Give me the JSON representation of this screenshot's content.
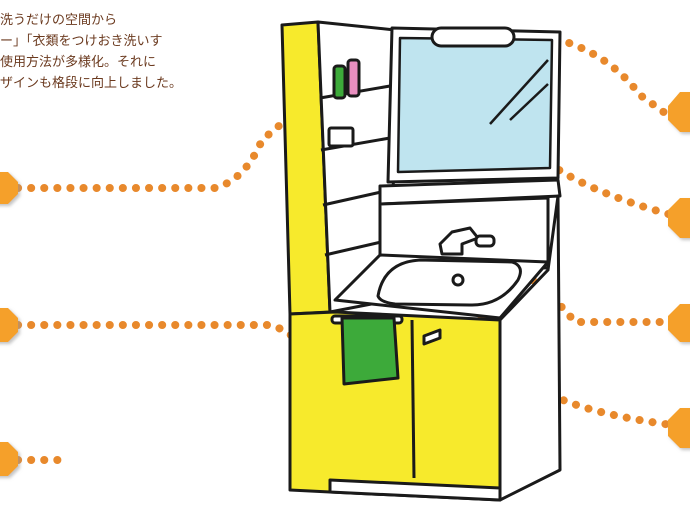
{
  "intro": {
    "lines": [
      "洗うだけの空間から",
      "ー」「衣類をつけおき洗いす",
      "使用方法が多様化。それに",
      "ザインも格段に向上しました。"
    ]
  },
  "colors": {
    "cabinet_yellow": "#f7ea2c",
    "mirror_blue": "#bfe4ef",
    "towel_green": "#3daa3a",
    "dot_orange": "#e8892c",
    "tag_orange": "#f5a02a",
    "text_brown": "#6b3a1f",
    "outline": "#1a1a1a"
  },
  "icons": {
    "left_tags": [
      "tag-icon",
      "tag-icon",
      "tag-icon",
      "tag-icon"
    ],
    "right_tags": [
      "tag-icon",
      "tag-icon",
      "tag-icon",
      "tag-icon"
    ]
  }
}
